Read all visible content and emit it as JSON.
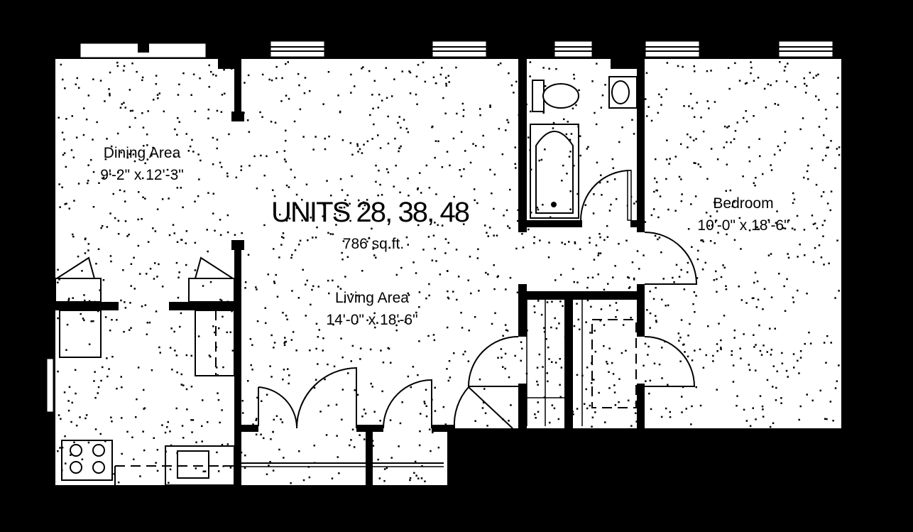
{
  "plan": {
    "title": "UNITS 28, 38, 48",
    "area": "786 sq.ft.",
    "rooms": [
      {
        "name": "Dining Area",
        "size": "9'-2\" x 12'-3\""
      },
      {
        "name": "Living Area",
        "size": "14'-0\" x 18'-6\""
      },
      {
        "name": "Bedroom",
        "size": "10'-0\" x 18'-6\""
      }
    ]
  },
  "colors": {
    "background": "#000000",
    "floor": "#ffffff",
    "wall": "#000000"
  }
}
